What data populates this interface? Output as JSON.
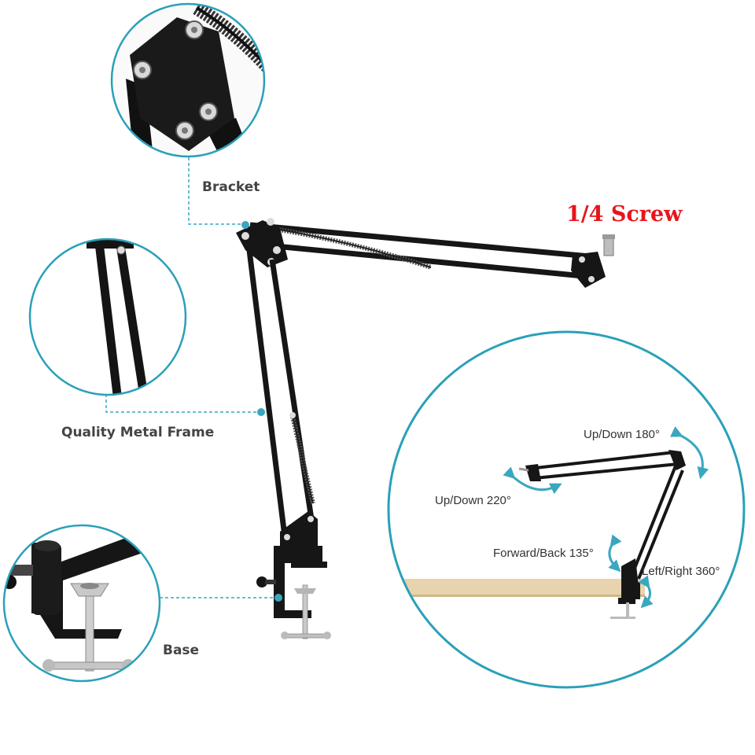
{
  "callouts": {
    "bracket": "Bracket",
    "frame": "Quality Metal Frame",
    "base": "Base",
    "screw": "1/4 Screw"
  },
  "rotations": {
    "updown_180": "Up/Down 180°",
    "updown_220": "Up/Down 220°",
    "forward_back": "Forward/Back 135°",
    "left_right": "Left/Right 360°"
  },
  "colors": {
    "circle_border": "#2aa0b8",
    "leader_line": "#3aa7c0",
    "accent_red": "#e8141c",
    "arm_black": "#161616",
    "desk_wood": "#e7d3ad"
  }
}
